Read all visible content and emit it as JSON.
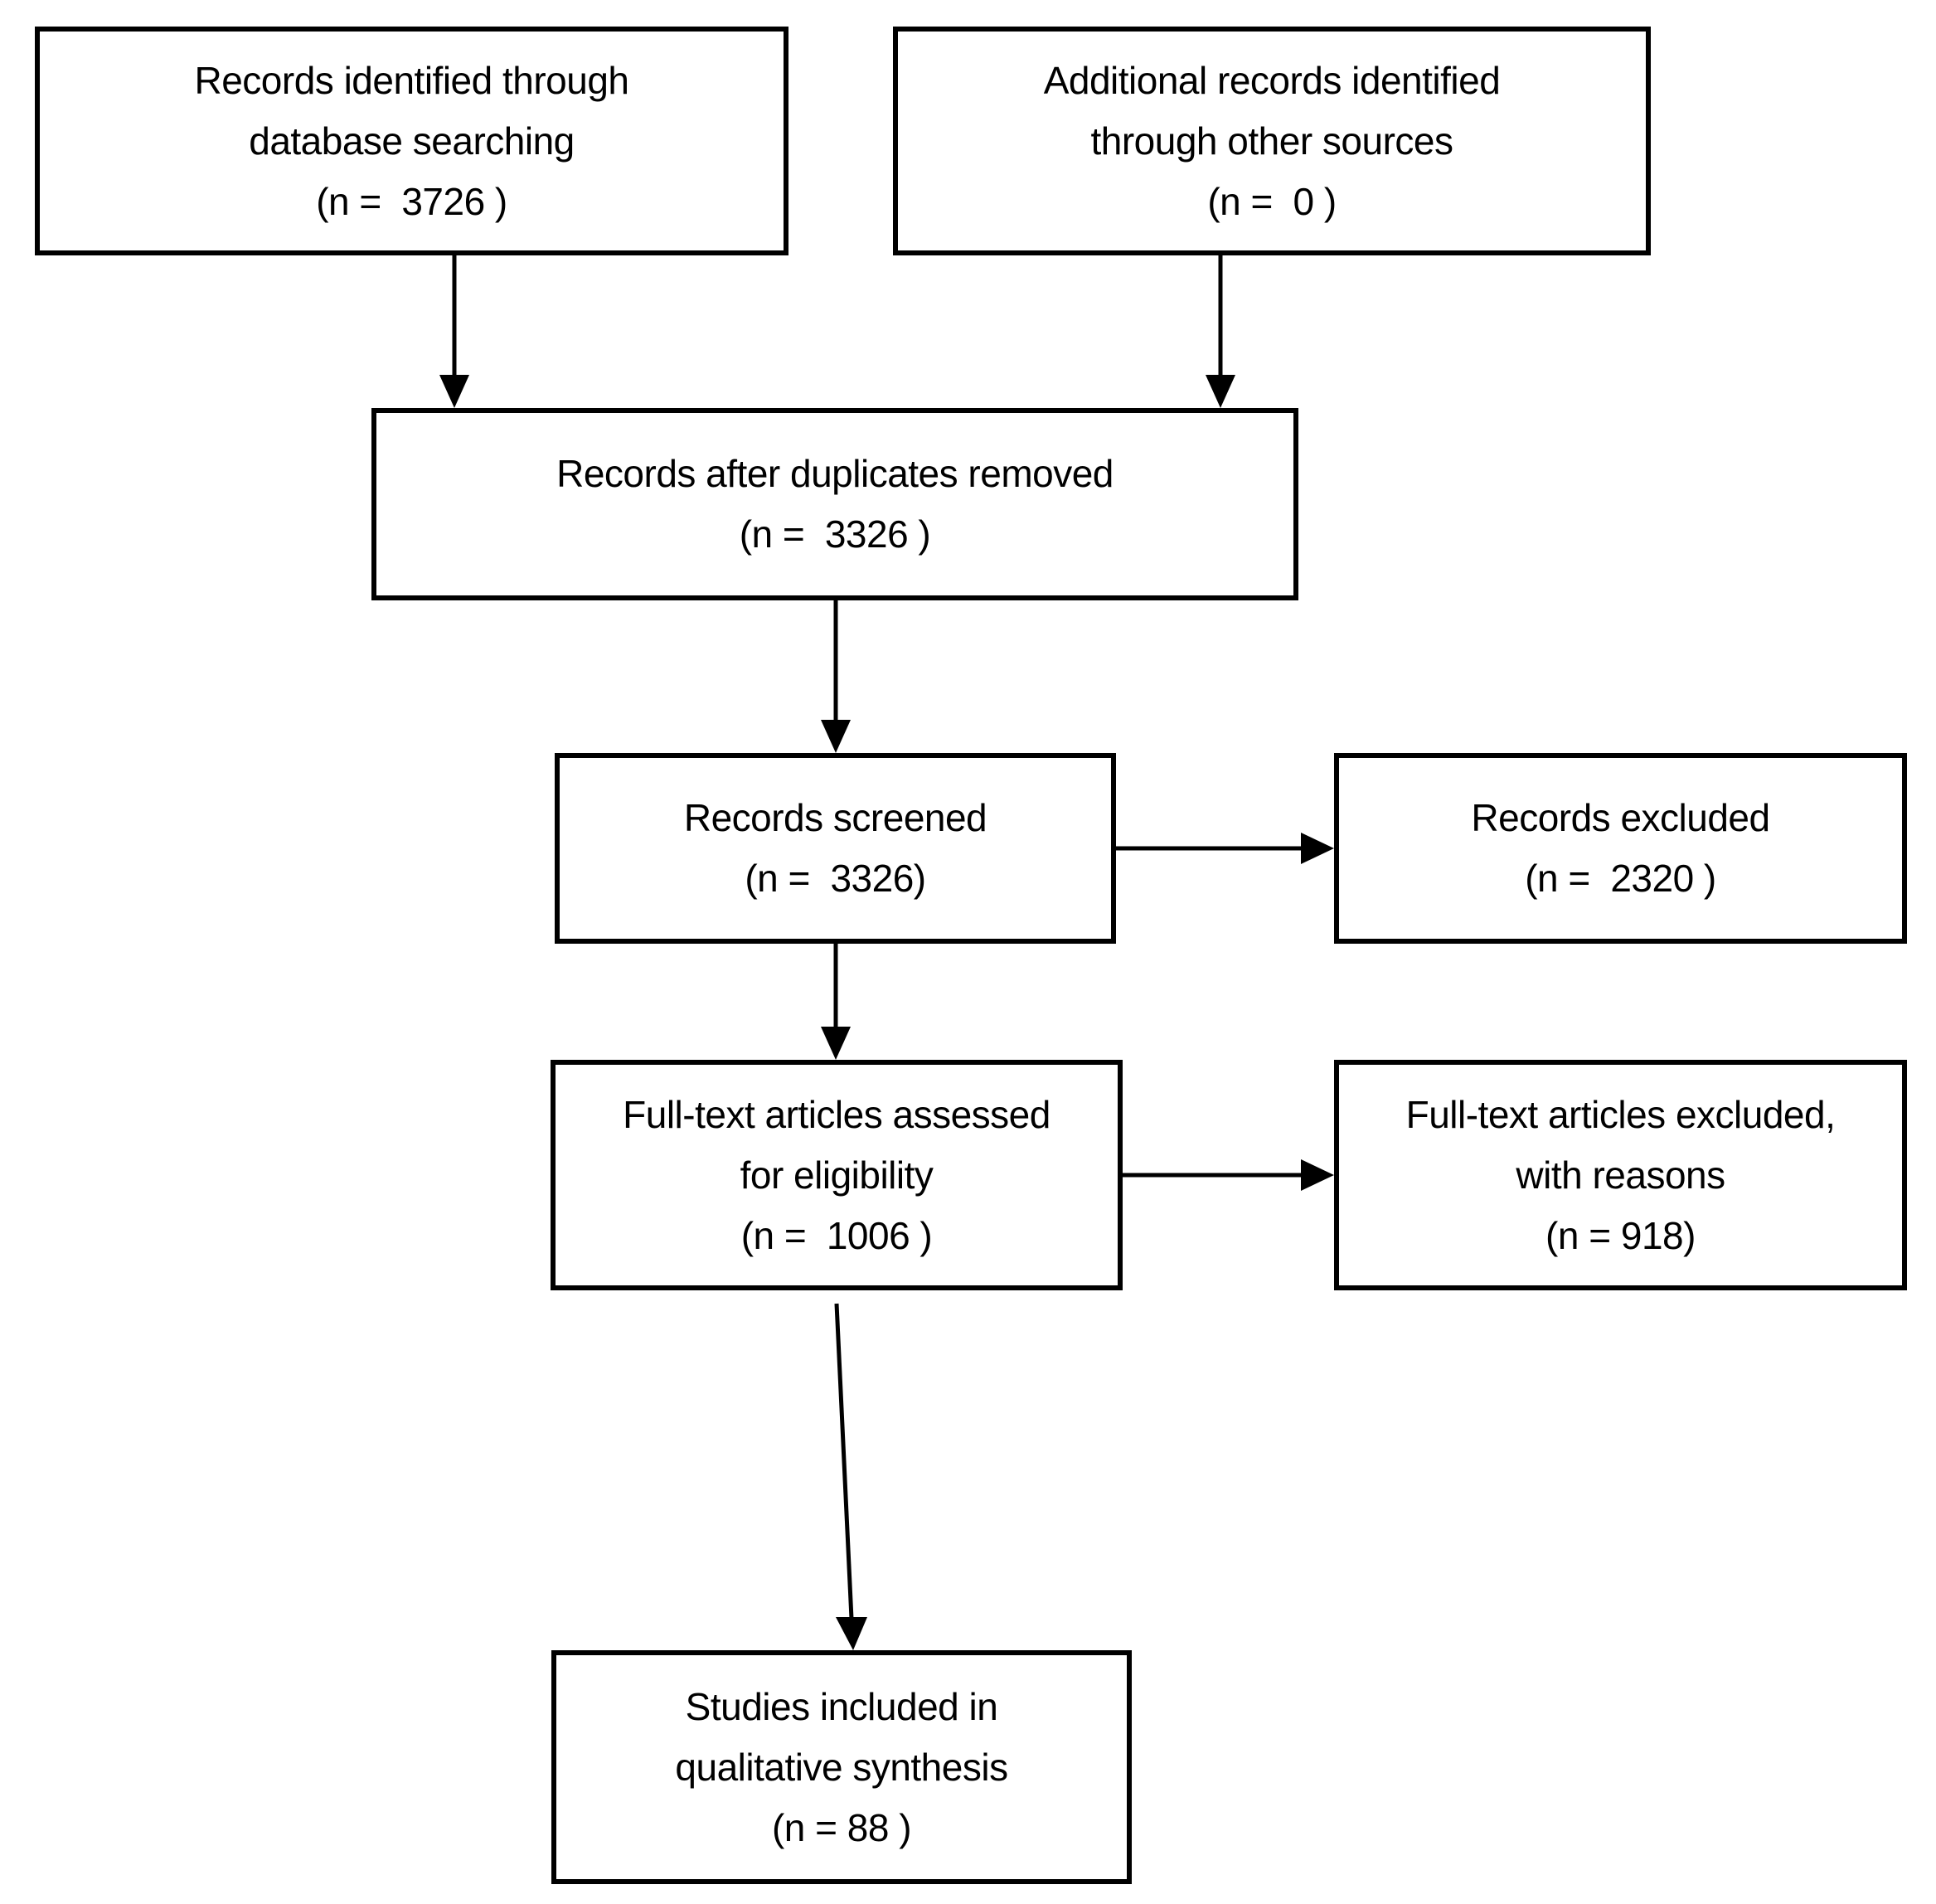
{
  "diagram": {
    "kind": "prisma-flow-diagram",
    "colors": {
      "background": "#ffffff",
      "box_border": "#000000",
      "arrow": "#000000",
      "text": "#000000"
    },
    "boxes": {
      "identified_database": {
        "lines": [
          "Records identified through",
          "database searching",
          "(n =  3726 )"
        ]
      },
      "identified_other": {
        "lines": [
          "Additional records identified",
          "through other sources",
          "(n =  0 )"
        ]
      },
      "after_duplicates": {
        "lines": [
          "Records after duplicates removed",
          "(n =  3326 )"
        ]
      },
      "screened": {
        "lines": [
          "Records screened",
          "(n =  3326)"
        ]
      },
      "excluded": {
        "lines": [
          "Records excluded",
          "(n =  2320 )"
        ]
      },
      "fulltext_assessed": {
        "lines": [
          "Full-text articles assessed",
          "for eligibility",
          "(n =  1006 )"
        ]
      },
      "fulltext_excluded": {
        "lines": [
          "Full-text articles excluded,",
          "with reasons",
          "(n = 918)"
        ]
      },
      "included_qualitative": {
        "lines": [
          "Studies included in",
          "qualitative synthesis",
          "(n = 88 )"
        ]
      }
    }
  }
}
